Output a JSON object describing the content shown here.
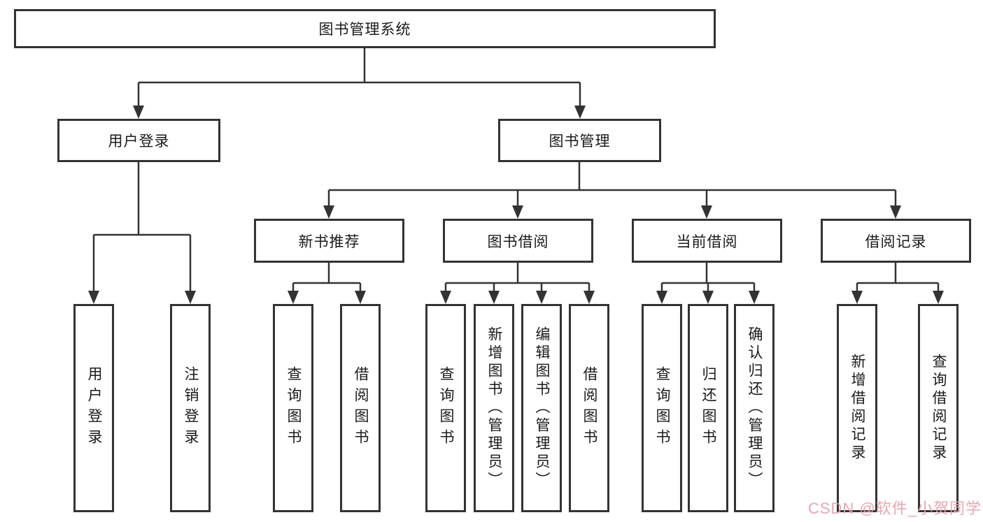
{
  "diagram": {
    "root": {
      "label": "图书管理系统"
    },
    "branches": [
      {
        "label": "用户登录",
        "children": [
          {
            "label": "用户登录"
          },
          {
            "label": "注销登录"
          }
        ]
      },
      {
        "label": "图书管理",
        "children": [
          {
            "label": "新书推荐",
            "children": [
              {
                "label": "查询图书"
              },
              {
                "label": "借阅图书"
              }
            ]
          },
          {
            "label": "图书借阅",
            "children": [
              {
                "label": "查询图书"
              },
              {
                "label": "新增图书（管理员）"
              },
              {
                "label": "编辑图书（管理员）"
              },
              {
                "label": "借阅图书"
              }
            ]
          },
          {
            "label": "当前借阅",
            "children": [
              {
                "label": "查询图书"
              },
              {
                "label": "归还图书"
              },
              {
                "label": "确认归还（管理员）"
              }
            ]
          },
          {
            "label": "借阅记录",
            "children": [
              {
                "label": "新增借阅记录"
              },
              {
                "label": "查询借阅记录"
              }
            ]
          }
        ]
      }
    ]
  },
  "watermark": {
    "text": "CSDN @软件_小贺同学"
  },
  "colors": {
    "line": "#333333",
    "box_border": "#333333",
    "text": "#1a1a1a",
    "background": "#ffffff",
    "watermark": "#e7a2ae"
  }
}
